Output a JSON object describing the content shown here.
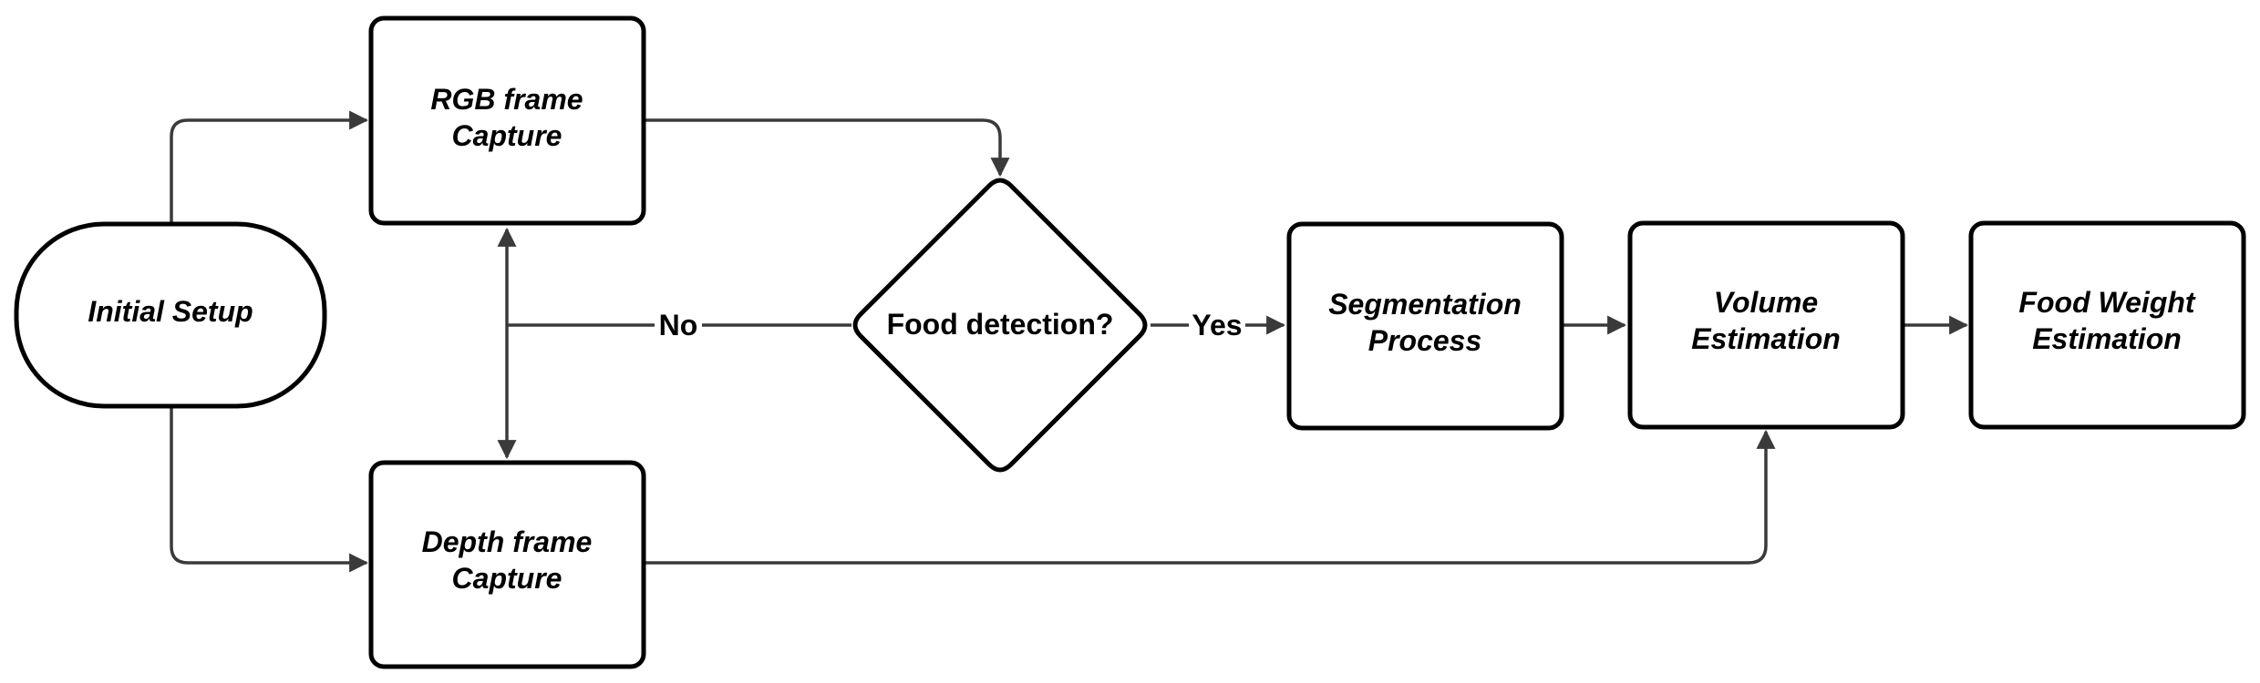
{
  "nodes": {
    "initial_setup": {
      "label": "Initial Setup"
    },
    "rgb_capture": {
      "line1": "RGB frame",
      "line2": "Capture"
    },
    "depth_capture": {
      "line1": "Depth frame",
      "line2": "Capture"
    },
    "food_detection": {
      "label": "Food detection?"
    },
    "segmentation": {
      "line1": "Segmentation",
      "line2": "Process"
    },
    "volume": {
      "line1": "Volume",
      "line2": "Estimation"
    },
    "weight": {
      "line1": "Food Weight",
      "line2": "Estimation"
    }
  },
  "edges": {
    "no_label": "No",
    "yes_label": "Yes"
  },
  "colors": {
    "stroke": "#000000",
    "edge": "#3a3a3a",
    "background": "#ffffff"
  }
}
